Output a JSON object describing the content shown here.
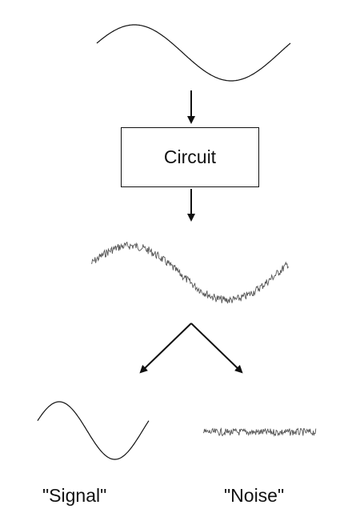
{
  "circuit": {
    "label": "Circuit"
  },
  "outputs": {
    "signal_label": "\"Signal\"",
    "noise_label": "\"Noise\""
  },
  "colors": {
    "stroke": "#111111",
    "noisy_stroke": "#555555",
    "background": "#ffffff"
  }
}
